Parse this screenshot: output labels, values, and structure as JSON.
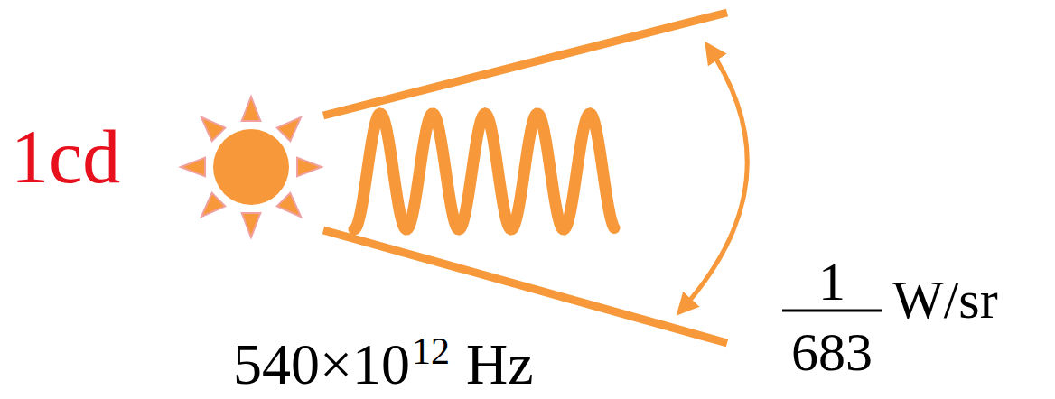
{
  "diagram": {
    "labels": [
      "1cd",
      "1",
      "683",
      "W/sr",
      "540×10",
      "12",
      "Hz"
    ]
  }
}
